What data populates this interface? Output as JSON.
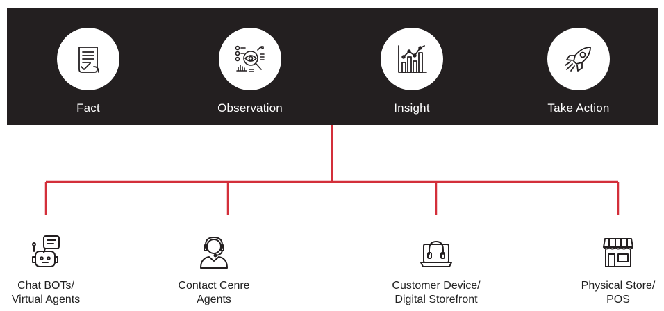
{
  "stages": [
    {
      "label": "Fact",
      "icon": "document-check-icon"
    },
    {
      "label": "Observation",
      "icon": "eye-analysis-icon"
    },
    {
      "label": "Insight",
      "icon": "bar-line-chart-icon"
    },
    {
      "label": "Take Action",
      "icon": "rocket-icon"
    }
  ],
  "channels": [
    {
      "line1": "Chat BOTs/",
      "line2": "Virtual Agents",
      "icon": "chatbot-icon"
    },
    {
      "line1": "Contact Cenre",
      "line2": "Agents",
      "icon": "headset-agent-icon"
    },
    {
      "line1": "Customer Device/",
      "line2": "Digital Storefront",
      "icon": "laptop-headset-icon"
    },
    {
      "line1": "Physical Store/",
      "line2": "POS",
      "icon": "storefront-icon"
    }
  ],
  "colors": {
    "banner": "#231f20",
    "connector": "#d32f3a",
    "icon_stroke": "#231f20"
  }
}
